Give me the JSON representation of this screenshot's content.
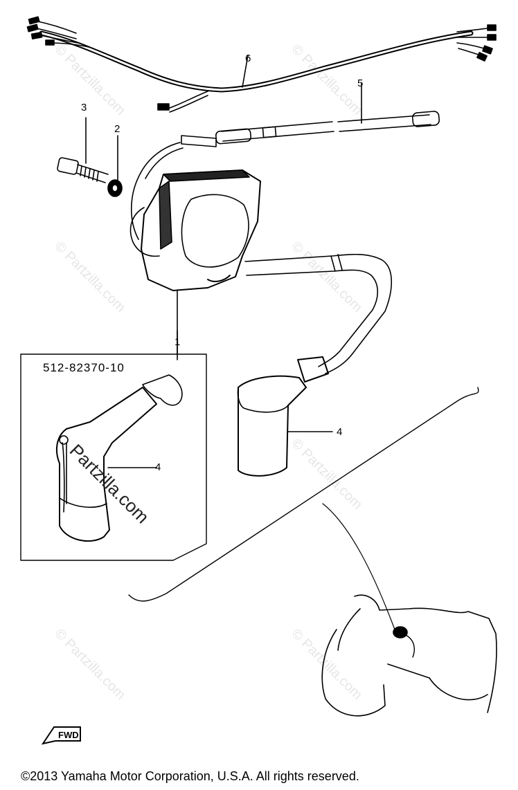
{
  "diagram": {
    "callouts": {
      "c1": "1",
      "c2": "2",
      "c3": "3",
      "c4a": "4",
      "c4b": "4",
      "c5": "5",
      "c6": "6"
    },
    "inset_part_number": "512-82370-10",
    "inset_watermark": "Partzilla.com",
    "watermark_text": "© Partzilla.com",
    "fwd_label": "FWD",
    "copyright": "©2013  Yamaha Motor Corporation, U.S.A. All rights reserved."
  }
}
